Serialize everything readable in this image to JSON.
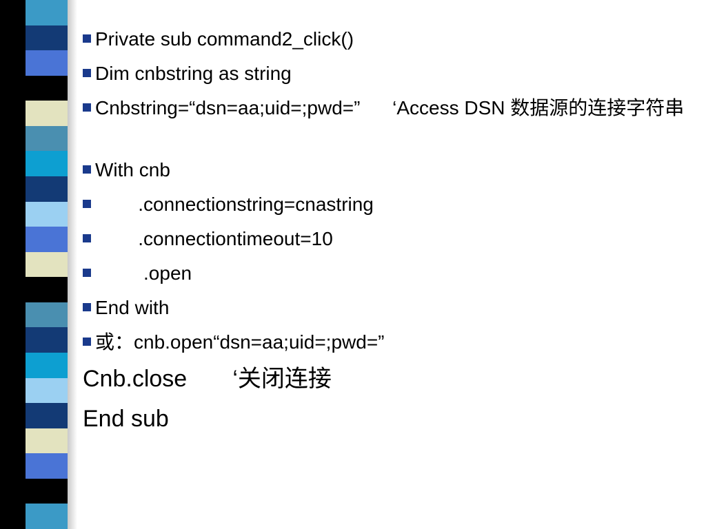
{
  "slide": {
    "bullets": [
      {
        "text": "Private sub command2_click()"
      },
      {
        "text": "Dim cnbstring as string"
      },
      {
        "text": "Cnbstring=“dsn=aa;uid=;pwd=”      ‘Access DSN 数据源的连接字符串"
      },
      {
        "text": "With cnb"
      },
      {
        "text": "        .connectionstring=cnastring"
      },
      {
        "text": "        .connectiontimeout=10"
      },
      {
        "text": "         .open"
      },
      {
        "text": "End with"
      },
      {
        "text": "或：cnb.open“dsn=aa;uid=;pwd=”"
      }
    ],
    "plain_lines": [
      {
        "text": "Cnb.close       ‘关闭连接"
      },
      {
        "text": "End sub"
      }
    ]
  },
  "colors": {
    "bullet": "#1a3a8c",
    "stripe_bands": [
      "#3b9ac6",
      "#133a75",
      "#4a74d6",
      "#000000",
      "#e3e3bf",
      "#4a8fb0",
      "#0d9fd1",
      "#133a75",
      "#9bd0f2",
      "#4a74d6",
      "#e3e3bf",
      "#000000",
      "#4a8fb0",
      "#133a75",
      "#0d9fd1",
      "#9bd0f2",
      "#133a75",
      "#e3e3bf",
      "#4a74d6",
      "#000000",
      "#3b9ac6"
    ]
  }
}
